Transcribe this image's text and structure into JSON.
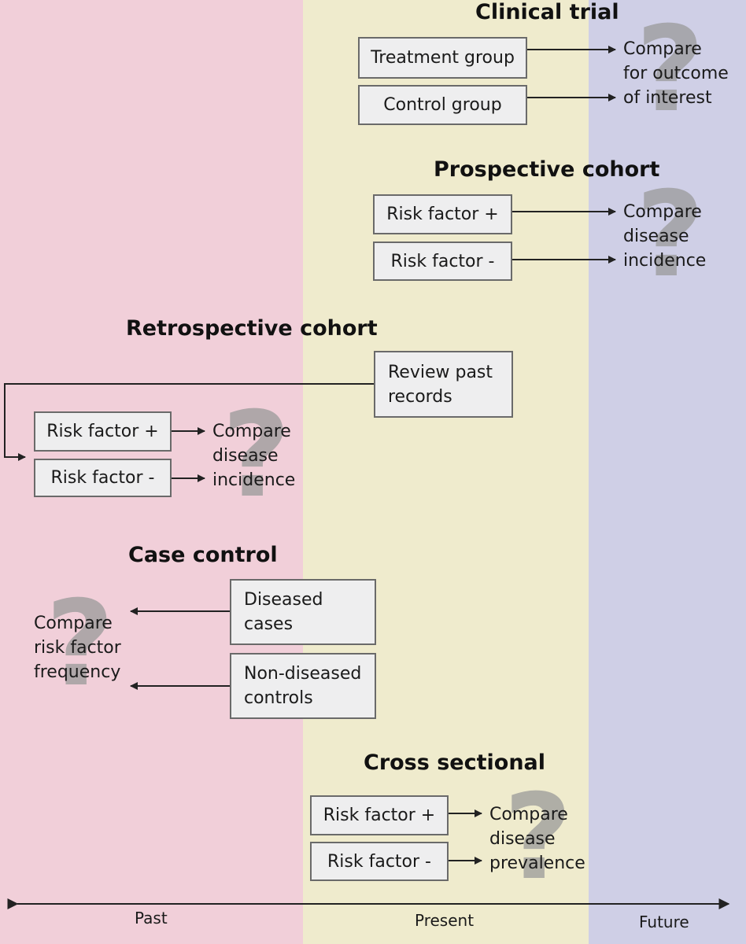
{
  "timeline": {
    "past": "Past",
    "present": "Present",
    "future": "Future"
  },
  "question_mark": "?",
  "clinical_trial": {
    "title": "Clinical trial",
    "groups": [
      "Treatment group",
      "Control group"
    ],
    "outcome": "Compare\nfor outcome\nof interest"
  },
  "prospective_cohort": {
    "title": "Prospective cohort",
    "groups": [
      "Risk factor +",
      "Risk factor  -"
    ],
    "outcome": "Compare\ndisease\nincidence"
  },
  "retrospective_cohort": {
    "title": "Retrospective cohort",
    "source": "Review past\nrecords",
    "groups": [
      "Risk factor +",
      "Risk factor  -"
    ],
    "outcome": "Compare\ndisease\nincidence"
  },
  "case_control": {
    "title": "Case control",
    "groups": [
      "Diseased\ncases",
      "Non-diseased\ncontrols"
    ],
    "outcome": "Compare\nrisk factor\nfrequency"
  },
  "cross_sectional": {
    "title": "Cross sectional",
    "groups": [
      "Risk factor +",
      "Risk factor  -"
    ],
    "outcome": "Compare\ndisease\nprevalence"
  }
}
